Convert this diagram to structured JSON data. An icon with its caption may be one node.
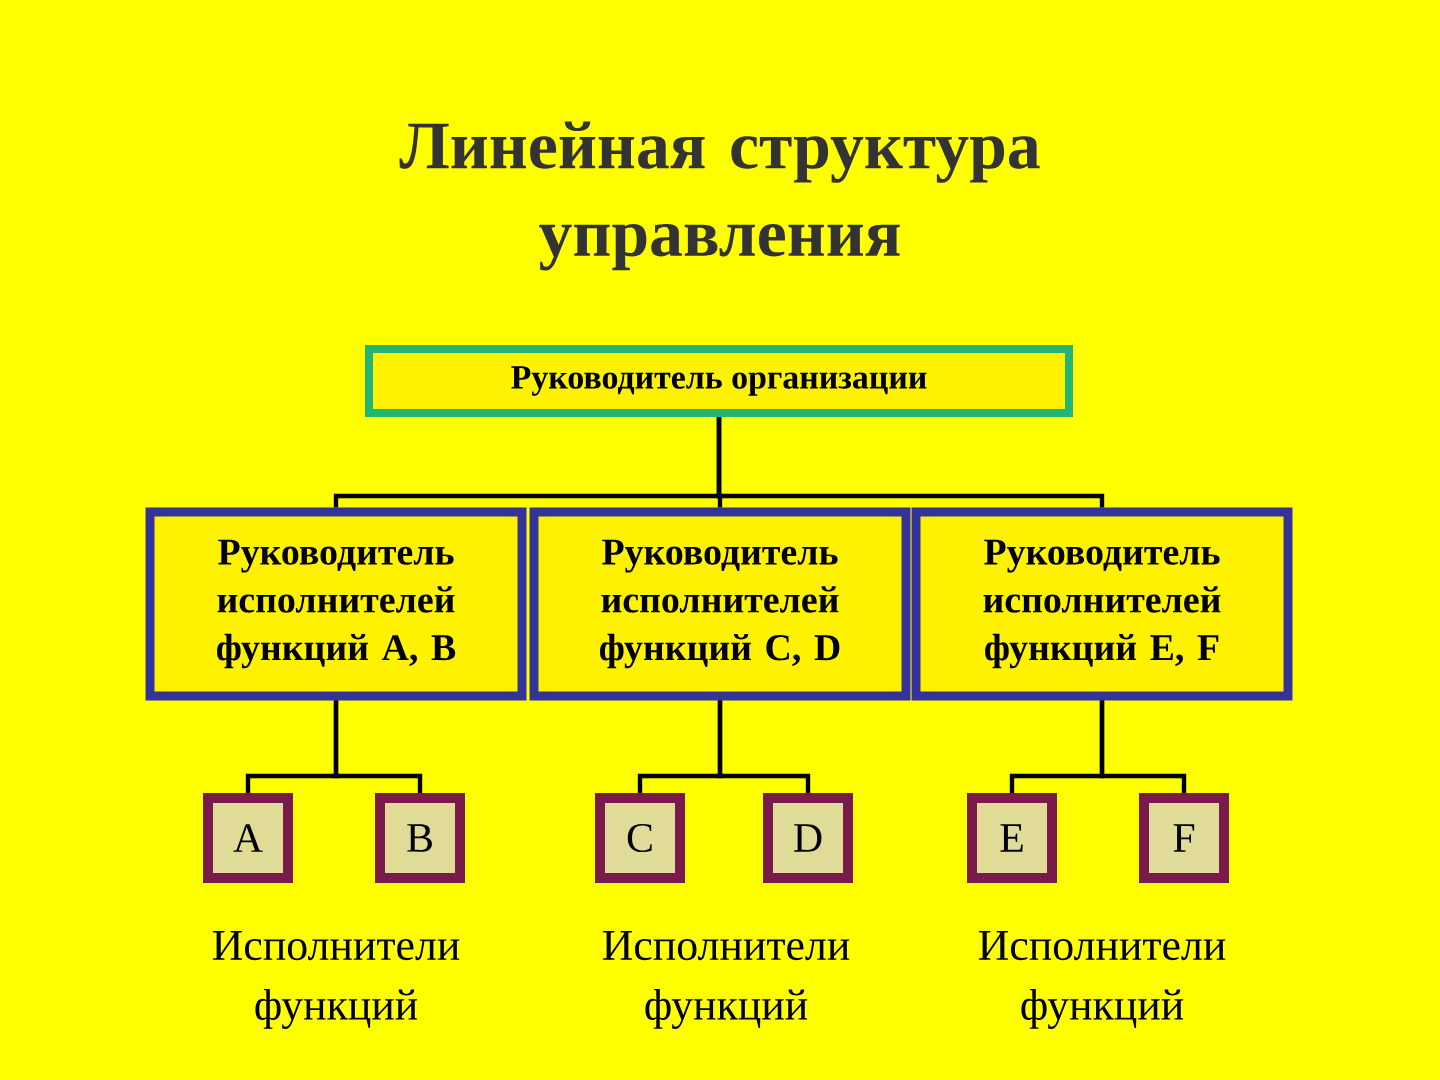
{
  "diagram": {
    "title": "Линейная структура управления",
    "nodes": [
      {
        "text": [
          "Руководитель организации"
        ]
      },
      {
        "text": [
          "Руководитель исполнителей функций A, B"
        ]
      },
      {
        "text": [
          "Руководитель исполнителей функций C, D"
        ]
      },
      {
        "text": [
          "Руководитель исполнителей функций E, F"
        ]
      },
      {
        "text": [
          "A"
        ]
      },
      {
        "text": [
          "B"
        ]
      },
      {
        "text": [
          "C"
        ]
      },
      {
        "text": [
          "D"
        ]
      },
      {
        "text": [
          "E"
        ]
      },
      {
        "text": [
          "F"
        ]
      }
    ],
    "edges": [
      {
        "from": 0,
        "to": 1,
        "arrow": "none"
      },
      {
        "from": 0,
        "to": 2,
        "arrow": "none"
      },
      {
        "from": 0,
        "to": 3,
        "arrow": "none"
      },
      {
        "from": 1,
        "to": 4,
        "arrow": "none"
      },
      {
        "from": 1,
        "to": 5,
        "arrow": "none"
      },
      {
        "from": 2,
        "to": 6,
        "arrow": "none"
      },
      {
        "from": 2,
        "to": 7,
        "arrow": "none"
      },
      {
        "from": 3,
        "to": 8,
        "arrow": "none"
      },
      {
        "from": 3,
        "to": 9,
        "arrow": "none"
      }
    ],
    "labels": [
      "Исполнители функций",
      "Исполнители функций",
      "Исполнители функций"
    ]
  }
}
